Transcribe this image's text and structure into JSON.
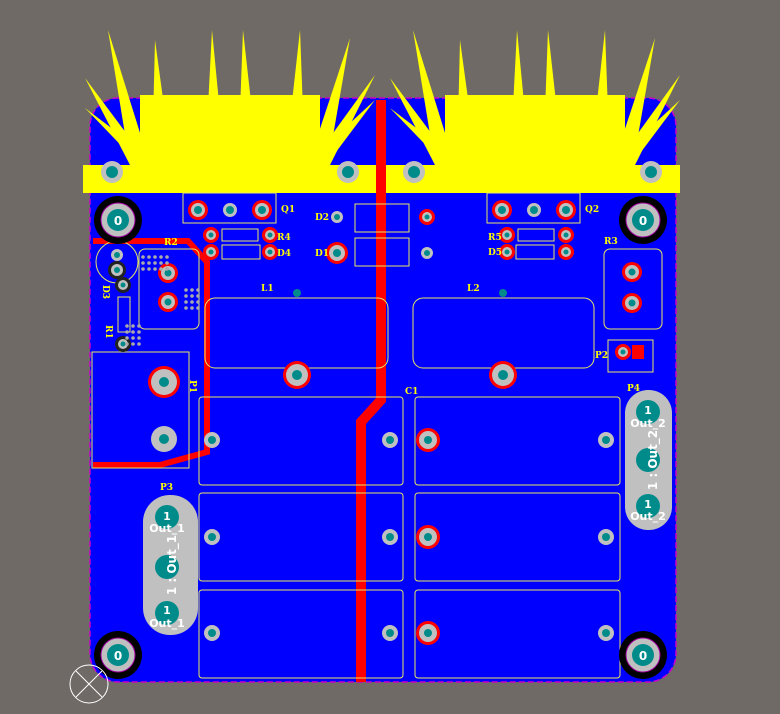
{
  "colors": {
    "background": "#6f6a66",
    "board": "#0000ff",
    "silkscreen": "#ffff00",
    "trace": "#ff0000",
    "pad": "#c0c0c0",
    "hole": "#008b8b"
  },
  "designators": {
    "q1": "Q1",
    "q2": "Q2",
    "r4": "R4",
    "d4": "D4",
    "r5": "R5",
    "d5": "D5",
    "d2": "D2",
    "d1": "D1",
    "r2": "R2",
    "d3": "D3",
    "r1": "R1",
    "p1": "P1",
    "l1": "L1",
    "l2": "L2",
    "r3": "R3",
    "p2": "P2",
    "p3": "P3",
    "p4": "P4",
    "c1": "C1"
  },
  "mount_hole_net": "0",
  "p3": {
    "pin1": "1",
    "pin1_net": "Out_1",
    "label": "1 : Out_1",
    "pin2": "1",
    "pin2_net": "Out_1"
  },
  "p4": {
    "pin1": "1",
    "pin1_net": "Out_2",
    "label": "1 : Out_2",
    "pin2": "1",
    "pin2_net": "Out_2"
  }
}
